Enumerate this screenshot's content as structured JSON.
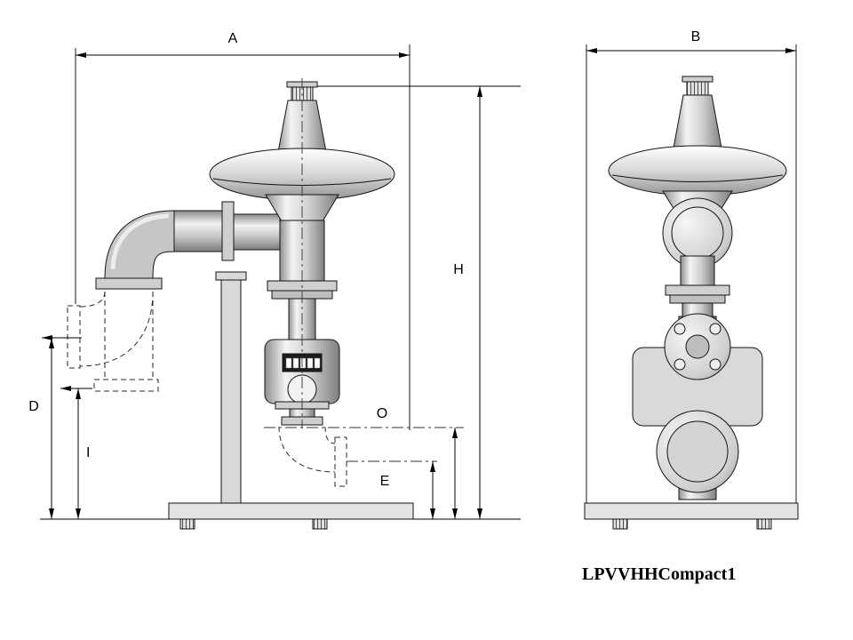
{
  "palette": {
    "background": "#ffffff",
    "line": "#000000",
    "fill_light": "#d9d9d9",
    "fill_mid": "#bfbfbf"
  },
  "drawing": {
    "title": "LPVVHHCompact1",
    "dimension_labels": {
      "A": "A",
      "B": "B",
      "D": "D",
      "E": "E",
      "H": "H",
      "I": "I",
      "O": "O"
    }
  }
}
